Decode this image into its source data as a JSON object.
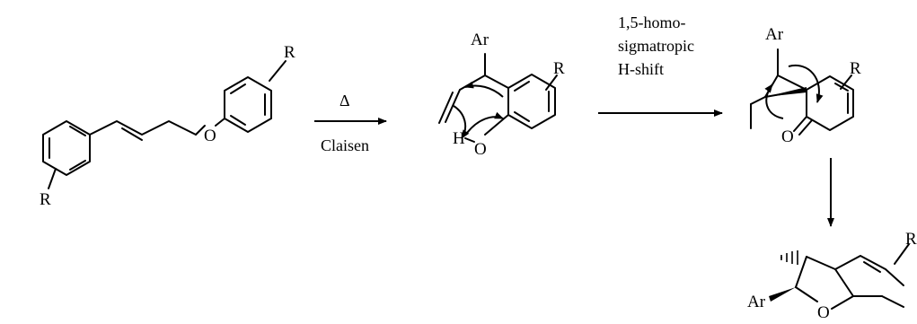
{
  "atoms": {
    "r": "R",
    "o": "O",
    "ar": "Ar",
    "h": "H"
  },
  "steps": {
    "claisen": {
      "above": "Δ",
      "below": "Claisen"
    },
    "shift": {
      "line1": "1,5-homo-",
      "line2": "sigmatropic",
      "line3": "H-shift"
    }
  },
  "colors": {
    "ink": "#000000",
    "background": "#ffffff"
  }
}
